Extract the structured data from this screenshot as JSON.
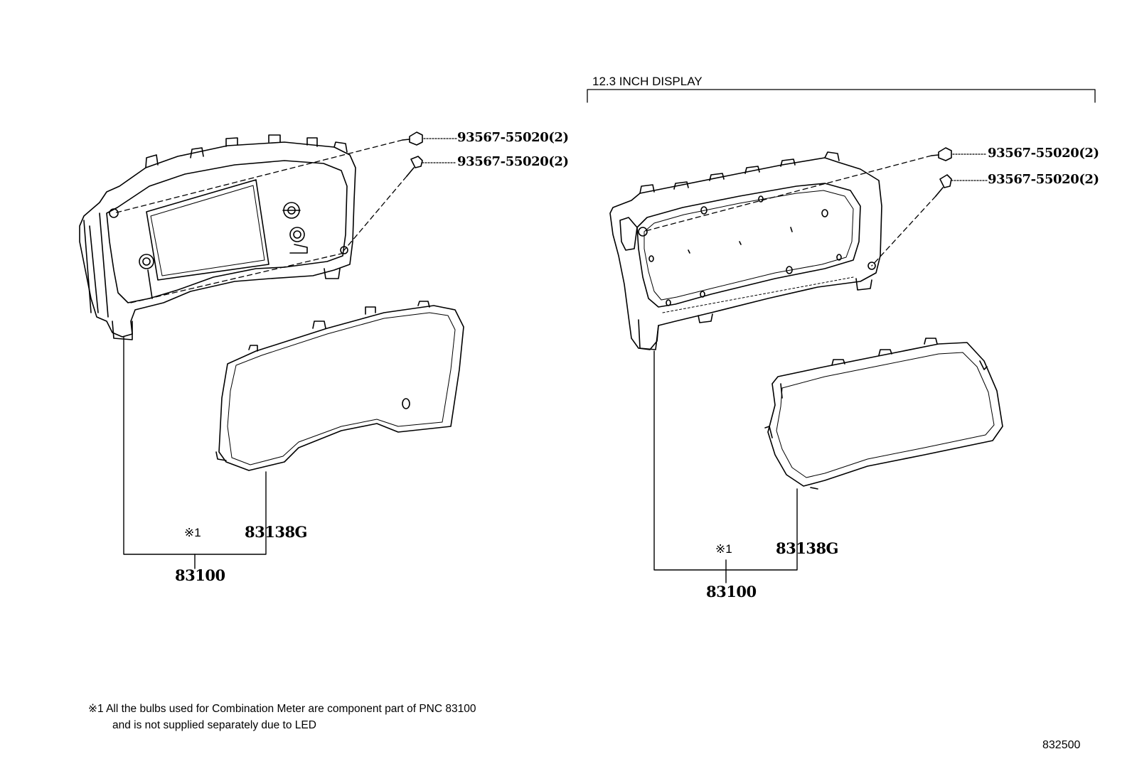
{
  "section": {
    "title": "12.3 INCH DISPLAY"
  },
  "left_group": {
    "screw_top": "93567-55020(2)",
    "screw_bottom": "93567-55020(2)",
    "lens_part": "83138G",
    "ref_mark": "※1",
    "assembly_part": "83100"
  },
  "right_group": {
    "screw_top": "93567-55020(2)",
    "screw_bottom": "93567-55020(2)",
    "lens_part": "83138G",
    "ref_mark": "※1",
    "assembly_part": "83100"
  },
  "footnote": {
    "marker": "※1",
    "line1": "All the bulbs used for Combination Meter are component part of PNC 83100",
    "line2": "and is not supplied separately due to LED"
  },
  "diagram_code": "832500"
}
